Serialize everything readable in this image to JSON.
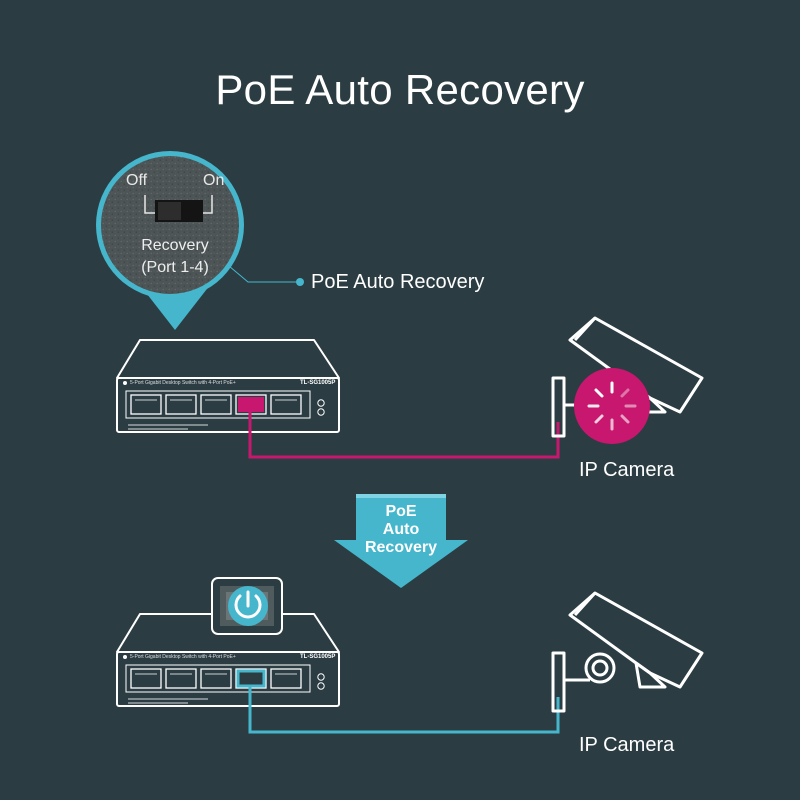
{
  "title": "PoE Auto Recovery",
  "magnifier": {
    "off_label": "Off",
    "on_label": "On",
    "recovery_label": "Recovery",
    "port_range_label": "(Port 1-4)"
  },
  "callout_label": "PoE Auto Recovery",
  "arrow": {
    "lines": [
      "PoE",
      "Auto",
      "Recovery"
    ]
  },
  "cameras": [
    {
      "label": "IP Camera"
    },
    {
      "label": "IP Camera"
    }
  ],
  "switches": [
    {
      "brand_line": "5-Port Gigabit Desktop Switch with 4-Port PoE+",
      "model": "TL-SG1005P"
    },
    {
      "brand_line": "5-Port Gigabit Desktop Switch with 4-Port PoE+",
      "model": "TL-SG1005P"
    }
  ],
  "colors": {
    "background": "#2b3d43",
    "accent_cyan": "#45b6cc",
    "fault_magenta": "#c8176e",
    "line_white": "#ffffff"
  },
  "icons": [
    "loading-spinner-icon",
    "restart-icon"
  ]
}
